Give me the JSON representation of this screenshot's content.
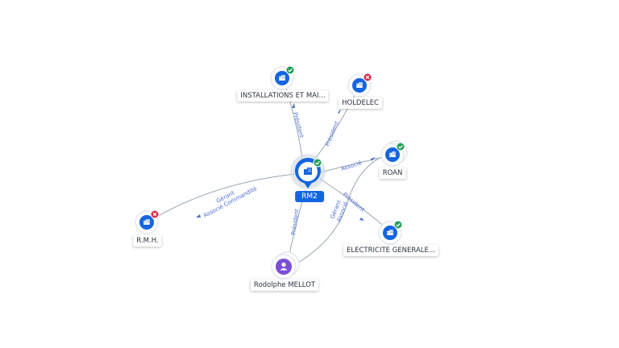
{
  "colors": {
    "company_blue": "#1565e0",
    "person_purple": "#7b4fd8",
    "active_green": "#1f9d55",
    "closed_red": "#d92c4a",
    "edge_label_blue": "#4a6fd1"
  },
  "center": {
    "label": "RM2",
    "icon": "building-icon",
    "status": "active"
  },
  "nodes": [
    {
      "id": "installations",
      "label": "INSTALLATIONS ET MAI...",
      "icon": "building-icon",
      "status": "active"
    },
    {
      "id": "holdelec",
      "label": "HOLDELEC",
      "icon": "building-icon",
      "status": "closed"
    },
    {
      "id": "roan",
      "label": "ROAN",
      "icon": "building-icon",
      "status": "active"
    },
    {
      "id": "electricite",
      "label": "ELECTRICITE GENERALE...",
      "icon": "building-icon",
      "status": "active"
    },
    {
      "id": "rmh",
      "label": "R.M.H.",
      "icon": "building-icon",
      "status": "closed"
    },
    {
      "id": "mellot",
      "label": "Rodolphe MELLOT",
      "icon": "person-icon",
      "status": ""
    }
  ],
  "edges": [
    {
      "from": "center",
      "to": "installations",
      "label": "Président"
    },
    {
      "from": "center",
      "to": "holdelec",
      "label": "Président"
    },
    {
      "from": "center",
      "to": "roan",
      "label": "Associé"
    },
    {
      "from": "center",
      "to": "electricite",
      "label": "Président"
    },
    {
      "from": "center",
      "to": "rmh",
      "label": "Gérant",
      "label2": "Associé Commandité"
    },
    {
      "from": "mellot",
      "to": "center",
      "label": "Président"
    },
    {
      "from": "mellot",
      "to": "roan",
      "label": "Gérant",
      "label2": "Associé"
    }
  ]
}
